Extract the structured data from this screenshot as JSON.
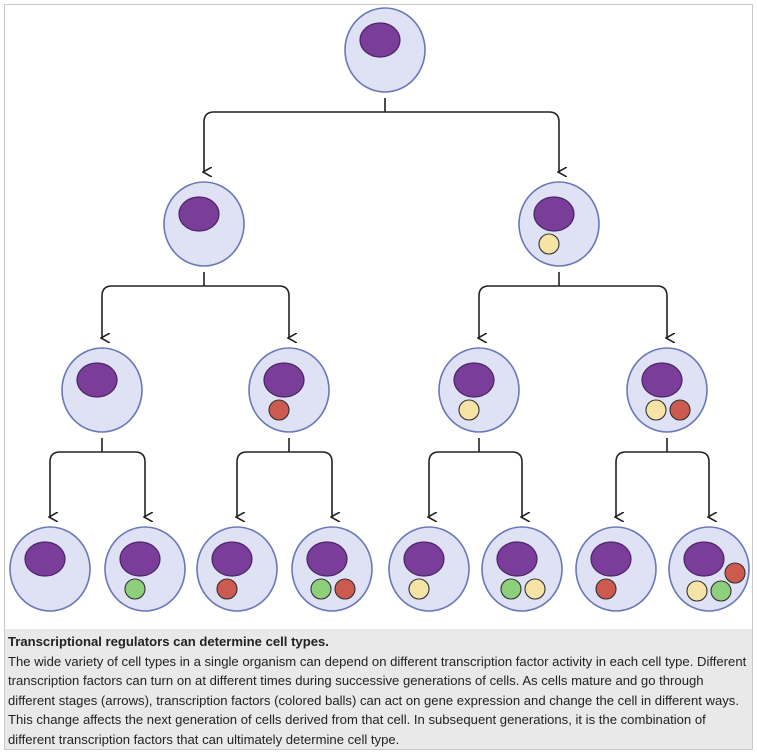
{
  "figure": {
    "caption_title": "Transcriptional regulators can determine cell types.",
    "caption_body": "The wide variety of cell types in a single organism can depend on different transcription factor activity in each cell type. Different transcription factors can turn on at different times during successive generations of cells. As cells mature and go through different stages (arrows), transcription factors (colored balls) can act on gene expression and change the cell in different ways. This change affects the next generation of cells derived from that cell. In subsequent generations, it is the combination of different transcription factors that can ultimately determine cell type."
  },
  "colors": {
    "cell_fill": "#dfe1f5",
    "cell_stroke": "#6a78b8",
    "nucleus_fill": "#7b3d9a",
    "arrow": "#222222",
    "factor_yellow": "#f6e3a6",
    "factor_red": "#cc5a4e",
    "factor_green": "#8ecf7c"
  },
  "tree": {
    "generations": [
      {
        "level": 1,
        "cells": [
          {
            "id": "g1-c1",
            "factors": []
          }
        ]
      },
      {
        "level": 2,
        "cells": [
          {
            "id": "g2-c1",
            "factors": []
          },
          {
            "id": "g2-c2",
            "factors": [
              "yellow"
            ]
          }
        ]
      },
      {
        "level": 3,
        "cells": [
          {
            "id": "g3-c1",
            "factors": []
          },
          {
            "id": "g3-c2",
            "factors": [
              "red"
            ]
          },
          {
            "id": "g3-c3",
            "factors": [
              "yellow"
            ]
          },
          {
            "id": "g3-c4",
            "factors": [
              "yellow",
              "red"
            ]
          }
        ]
      },
      {
        "level": 4,
        "cells": [
          {
            "id": "g4-c1",
            "factors": []
          },
          {
            "id": "g4-c2",
            "factors": [
              "green"
            ]
          },
          {
            "id": "g4-c3",
            "factors": [
              "red"
            ]
          },
          {
            "id": "g4-c4",
            "factors": [
              "green",
              "red"
            ]
          },
          {
            "id": "g4-c5",
            "factors": [
              "yellow"
            ]
          },
          {
            "id": "g4-c6",
            "factors": [
              "green",
              "yellow"
            ]
          },
          {
            "id": "g4-c7",
            "factors": [
              "red"
            ]
          },
          {
            "id": "g4-c8",
            "factors": [
              "yellow",
              "green",
              "red"
            ]
          }
        ]
      }
    ]
  }
}
